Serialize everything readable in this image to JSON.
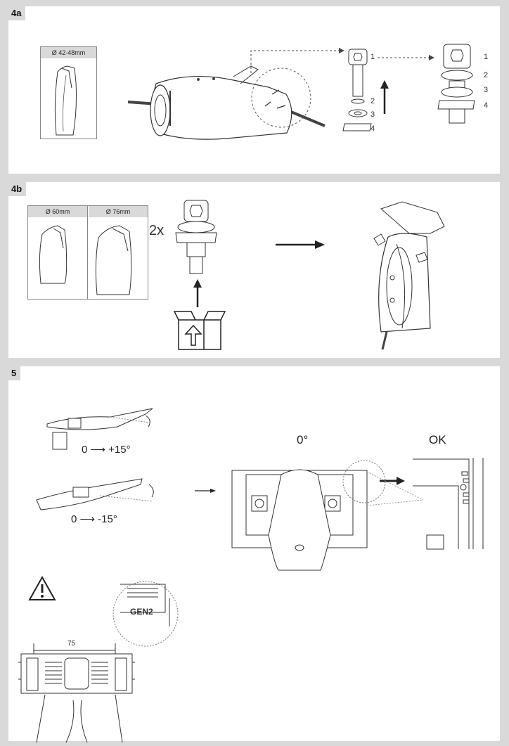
{
  "steps": {
    "s4a": {
      "tag": "4a",
      "diameter": "Ø 42-48mm",
      "parts_left": [
        "1",
        "2",
        "3",
        "4"
      ],
      "parts_right": [
        "1",
        "2",
        "3",
        "4"
      ]
    },
    "s4b": {
      "tag": "4b",
      "diam_a": "Ø 60mm",
      "diam_b": "Ø 76mm",
      "qty": "2x"
    },
    "s5": {
      "tag": "5",
      "tilt_up": "0 ⟶ +15°",
      "tilt_down": "0 ⟶ -15°",
      "angle": "0°",
      "ok": "OK",
      "dimension": "75",
      "gen_label": "GEN2"
    }
  },
  "icons": [
    "warning-icon",
    "box-icon",
    "arrow-up-icon",
    "arrow-right-icon"
  ]
}
